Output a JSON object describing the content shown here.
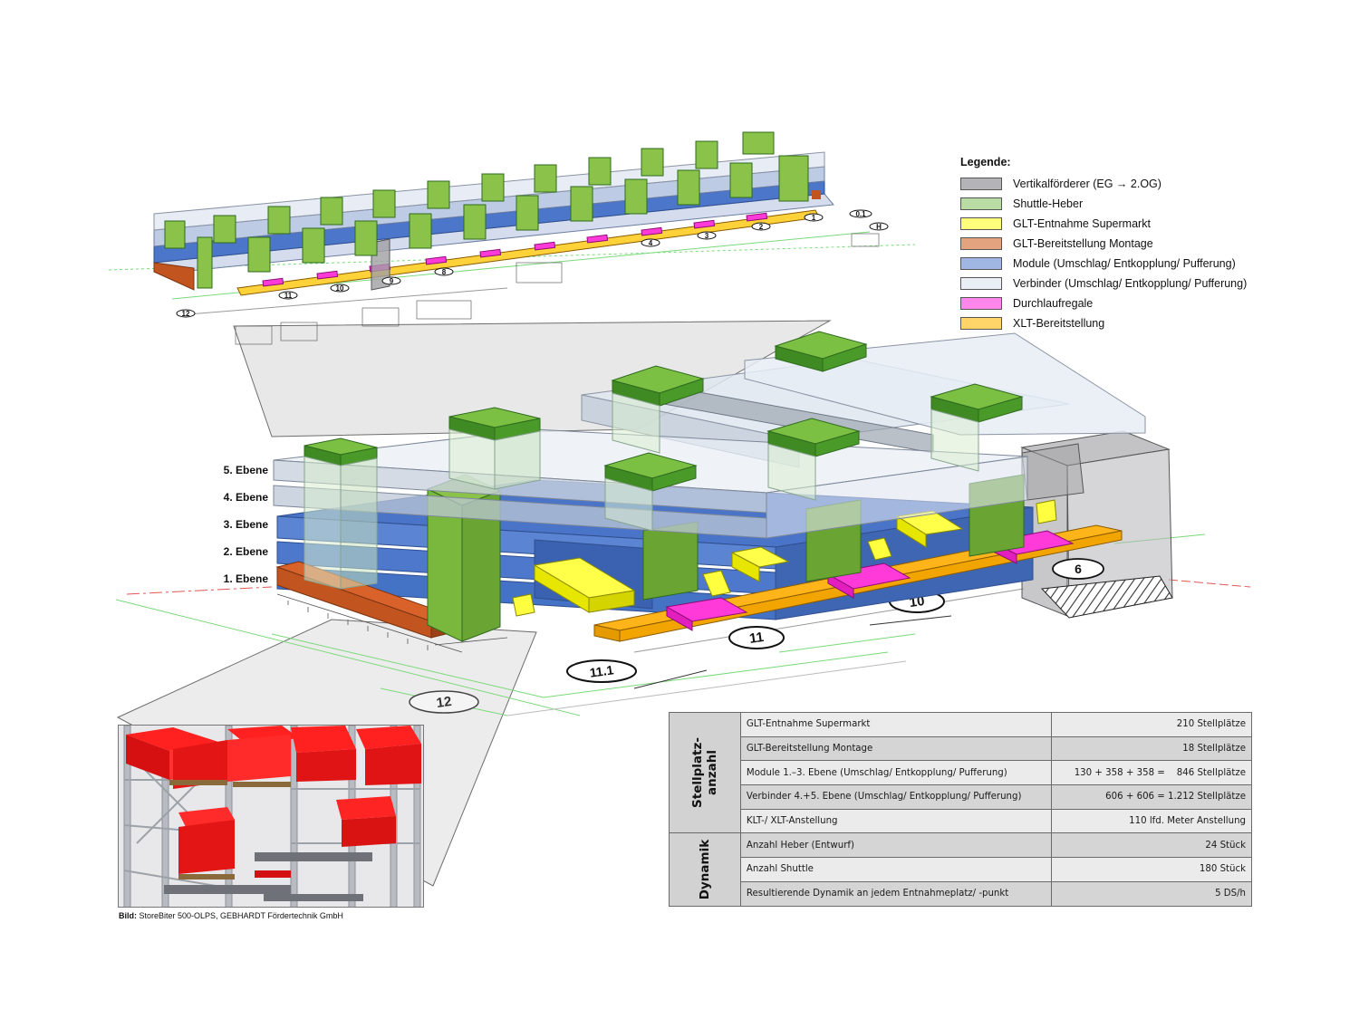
{
  "legend": {
    "title": "Legende:",
    "items": [
      {
        "label": "Vertikalförderer (EG → 2.OG)",
        "color": "#b4b4b8"
      },
      {
        "label": "Shuttle-Heber",
        "color": "#b9dca5"
      },
      {
        "label": "GLT-Entnahme Supermarkt",
        "color": "#ffff7a"
      },
      {
        "label": "GLT-Bereitstellung Montage",
        "color": "#e2a37e"
      },
      {
        "label": "Module (Umschlag/ Entkopplung/ Pufferung)",
        "color": "#9fb7e2"
      },
      {
        "label": "Verbinder (Umschlag/ Entkopplung/ Pufferung)",
        "color": "#e9eff5"
      },
      {
        "label": "Durchlaufregale",
        "color": "#ff86ea"
      },
      {
        "label": "XLT-Bereitstellung",
        "color": "#ffd56a"
      }
    ]
  },
  "levels": [
    "5. Ebene",
    "4. Ebene",
    "3. Ebene",
    "2. Ebene",
    "1. Ebene"
  ],
  "plan_markers": [
    "10",
    "11",
    "11.1",
    "12",
    "6"
  ],
  "top_plan_markers": [
    "12",
    "11",
    "10",
    "9",
    "8",
    "4",
    "3",
    "2",
    "1",
    "0.1",
    "H"
  ],
  "photo_caption": {
    "bold": "Bild:",
    "text": " StoreBiter 500-OLPS, GEBHARDT Fördertechnik GmbH"
  },
  "table": {
    "groups": [
      {
        "title": "Stellplatz-\nanzahl",
        "rows": [
          {
            "label": "GLT-Entnahme Supermarkt",
            "value": "210 Stellplätze"
          },
          {
            "label": "GLT-Bereitstellung Montage",
            "value": "18 Stellplätze"
          },
          {
            "label": "Module 1.–3. Ebene (Umschlag/ Entkopplung/ Pufferung)",
            "value": "130 + 358 + 358 =    846 Stellplätze"
          },
          {
            "label": "Verbinder 4.+5. Ebene (Umschlag/ Entkopplung/ Pufferung)",
            "value": "606 + 606 = 1.212 Stellplätze"
          },
          {
            "label": "KLT-/ XLT-Anstellung",
            "value": "110 lfd. Meter Anstellung"
          }
        ]
      },
      {
        "title": "Dynamik",
        "rows": [
          {
            "label": "Anzahl Heber (Entwurf)",
            "value": "24 Stück"
          },
          {
            "label": "Anzahl Shuttle",
            "value": "180 Stück"
          },
          {
            "label": "Resultierende Dynamik an jedem Entnahmeplatz/ -punkt",
            "value": "5 DS/h"
          }
        ]
      }
    ]
  }
}
